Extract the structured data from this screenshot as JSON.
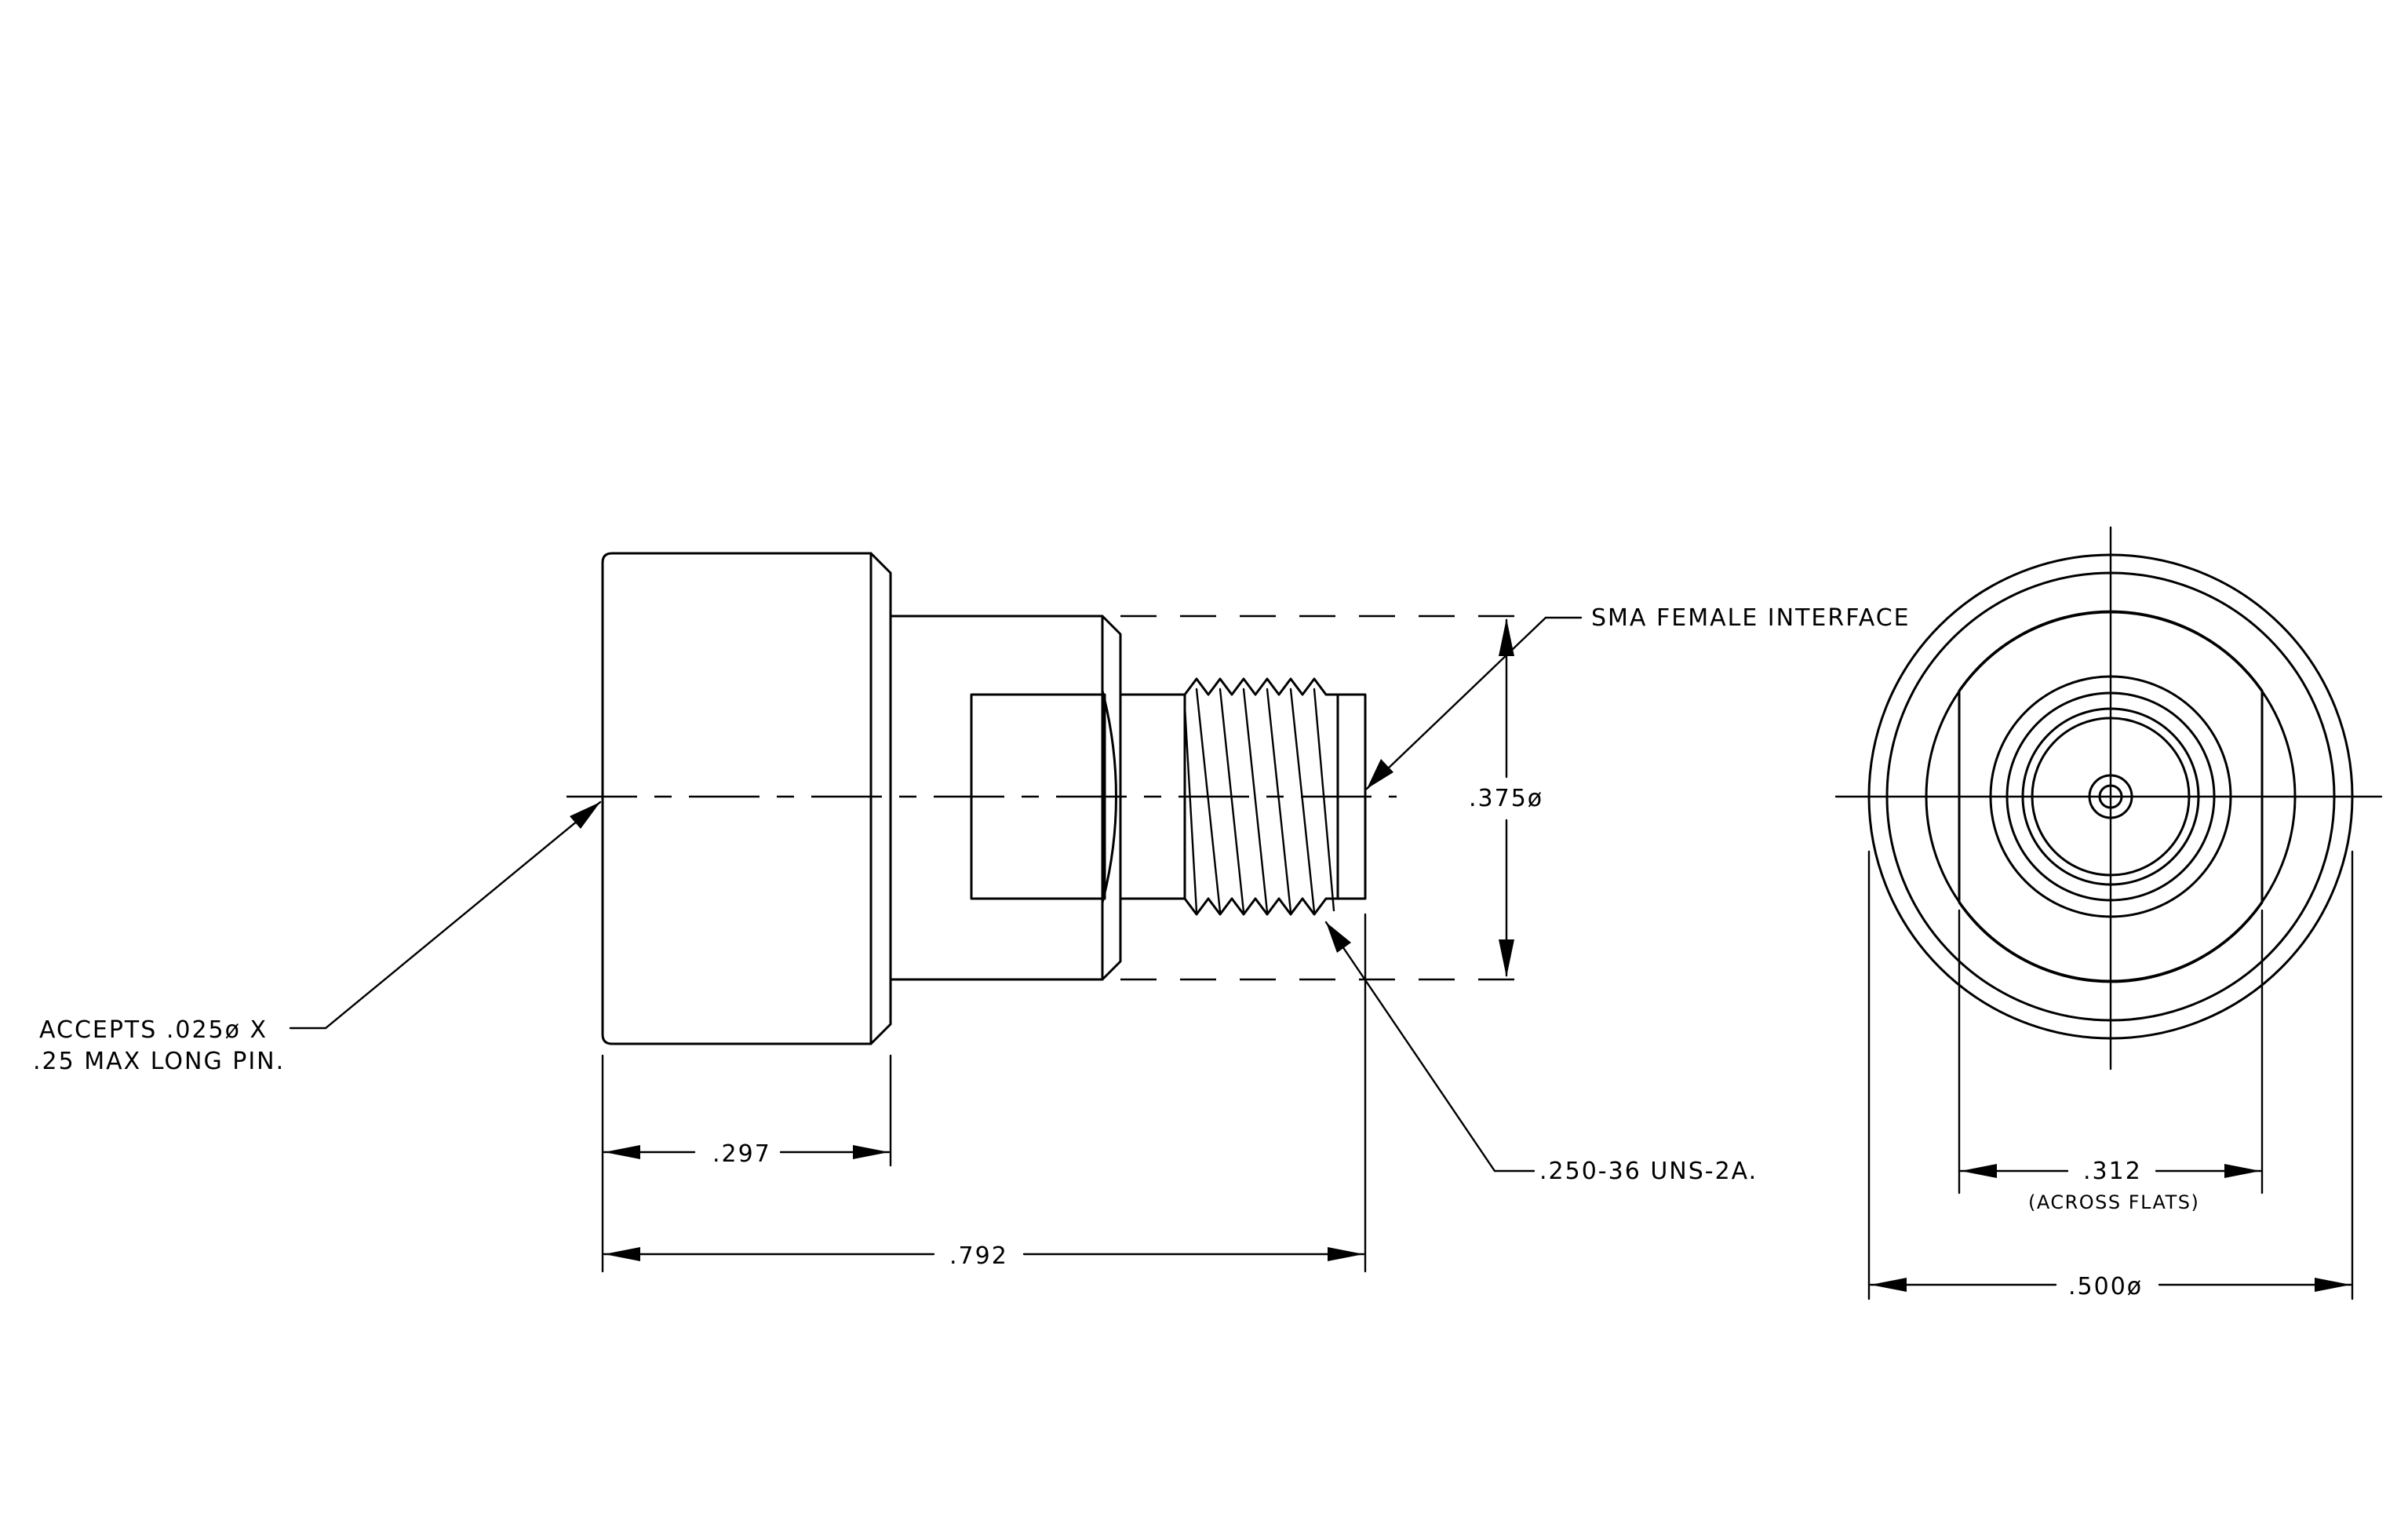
{
  "drawing": {
    "callouts": {
      "sma_interface": "SMA FEMALE INTERFACE",
      "pin_line1": "ACCEPTS .025ø X",
      "pin_line2": ".25 MAX LONG PIN.",
      "thread": ".250-36 UNS-2A."
    },
    "dimensions": {
      "body_diameter": ".375ø",
      "cap_length": ".297",
      "overall_length": ".792",
      "across_flats": ".312",
      "across_flats_note": "(ACROSS FLATS)",
      "outer_diameter": ".500ø"
    }
  }
}
